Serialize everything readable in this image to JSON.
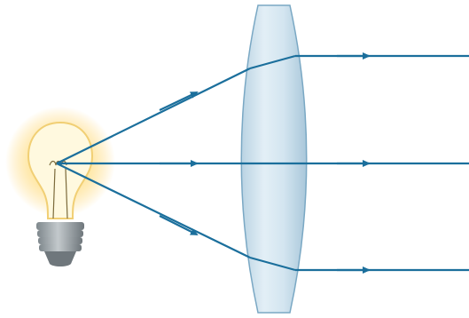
{
  "diagram": {
    "elements": [
      {
        "id": "light-bulb",
        "icon": "light-bulb-icon"
      },
      {
        "id": "converging-lens",
        "icon": "convex-lens-icon"
      },
      {
        "id": "light-rays",
        "count": 3
      }
    ]
  },
  "colors": {
    "ray": "#1b6f9c",
    "lens_fill": "#d8e8f2",
    "lens_edge": "#7aa8c4",
    "glow": "#ffe9a8",
    "bulb_glass": "#fffbe9",
    "bulb_base": "#9aa3a8",
    "bulb_base_dark": "#6f777c"
  }
}
